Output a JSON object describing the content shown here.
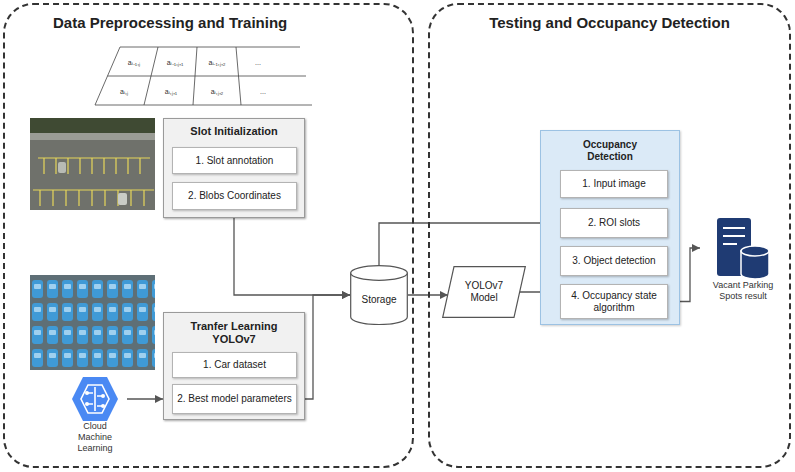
{
  "diagram": {
    "nodes": [
      {
        "text": [
          "Data Preprocessing and Training"
        ]
      },
      {
        "text": [
          "Slot Initialization"
        ],
        "in": 0
      },
      {
        "text": [
          "1. Slot annotation"
        ],
        "in": 1
      },
      {
        "text": [
          "2. Blobs Coordinates"
        ],
        "in": 1
      },
      {
        "text": [
          "Tranfer Learning YOLOv7"
        ],
        "in": 0
      },
      {
        "text": [
          "1. Car dataset"
        ],
        "in": 4
      },
      {
        "text": [
          "2. Best model parameters"
        ],
        "in": 4
      },
      {
        "text": [
          "Cloud Machine Learning"
        ],
        "in": 0
      },
      {
        "text": [
          "Storage"
        ]
      },
      {
        "text": [
          "Testing and Occupancy Detection"
        ]
      },
      {
        "text": [
          "YOLOv7 Model"
        ],
        "in": 9
      },
      {
        "text": [
          "Occupancy Detection"
        ],
        "in": 9
      },
      {
        "text": [
          "1. Input image"
        ],
        "in": 11
      },
      {
        "text": [
          "2. ROI slots"
        ],
        "in": 11
      },
      {
        "text": [
          "3. Object detection"
        ],
        "in": 11
      },
      {
        "text": [
          "4. Occupancy state algorithm"
        ],
        "in": 11
      },
      {
        "text": [
          "Vacant Parking Spots result"
        ],
        "in": 9
      }
    ],
    "edges": [
      {
        "from": 1,
        "to": 8,
        "arrow": "to"
      },
      {
        "from": 6,
        "to": 8,
        "arrow": "to"
      },
      {
        "from": 7,
        "to": 4,
        "arrow": "to"
      },
      {
        "from": 8,
        "to": 13,
        "arrow": "to"
      },
      {
        "from": 8,
        "to": 10,
        "arrow": "to"
      },
      {
        "from": 10,
        "to": 14,
        "arrow": "to"
      },
      {
        "from": 15,
        "to": 16,
        "arrow": "to"
      }
    ],
    "labels": [
      "aᵢ₋₁,ⱼ",
      "aᵢ₋₁,ⱼ₊₁",
      "aᵢ₋₁,ⱼ₊₂",
      "...",
      "aᵢ,ⱼ",
      "aᵢ,ⱼ₊₁",
      "aᵢ,ⱼ₊₂",
      "..."
    ]
  }
}
